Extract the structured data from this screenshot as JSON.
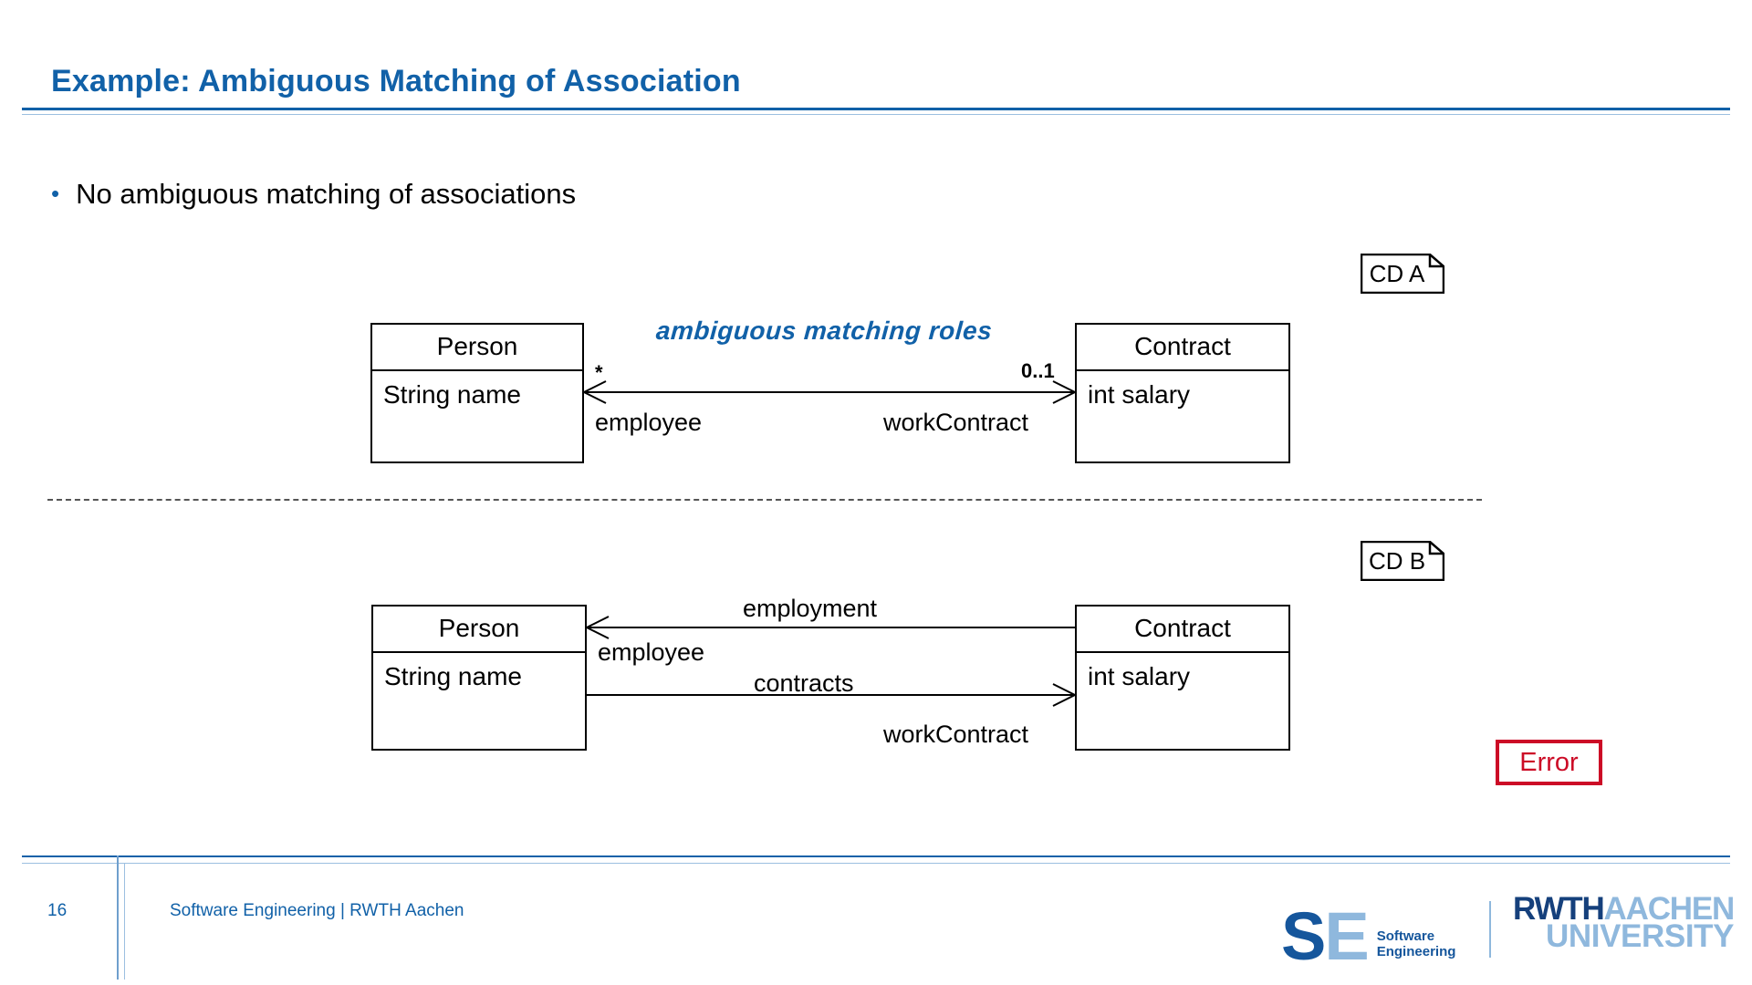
{
  "header": {
    "title": "Example: Ambiguous Matching of Association",
    "rule_color": "#1161a8"
  },
  "bullet": {
    "marker": "•",
    "text": "No ambiguous matching of associations"
  },
  "diagrams": [
    {
      "badge": "CD A",
      "classes": [
        {
          "name": "Person",
          "attribute": "String name"
        },
        {
          "name": "Contract",
          "attribute": "int salary"
        }
      ],
      "association_name": "ambiguous matching roles",
      "association_name_color": "#1161a8",
      "multiplicity_left": "*",
      "multiplicity_right": "0..1",
      "role_left": "employee",
      "role_right": "workContract"
    },
    {
      "badge": "CD B",
      "classes": [
        {
          "name": "Person",
          "attribute": "String name"
        },
        {
          "name": "Contract",
          "attribute": "int salary"
        }
      ],
      "edges": [
        {
          "name": "employment",
          "role": "employee",
          "direction": "right-to-left"
        },
        {
          "name": "contracts",
          "role": "workContract",
          "direction": "left-to-right"
        }
      ]
    }
  ],
  "error_badge": {
    "label": "Error",
    "color": "#cc0b26"
  },
  "footer": {
    "page_number": "16",
    "caption": "Software Engineering  |  RWTH Aachen"
  },
  "logos": {
    "se": {
      "mark_s": "S",
      "mark_e": "E",
      "sub_line1": "Software",
      "sub_line2": "Engineering"
    },
    "rwth": {
      "line1_dark": "RWTH",
      "line1_light": "AACHEN",
      "line2": "UNIVERSITY"
    }
  }
}
